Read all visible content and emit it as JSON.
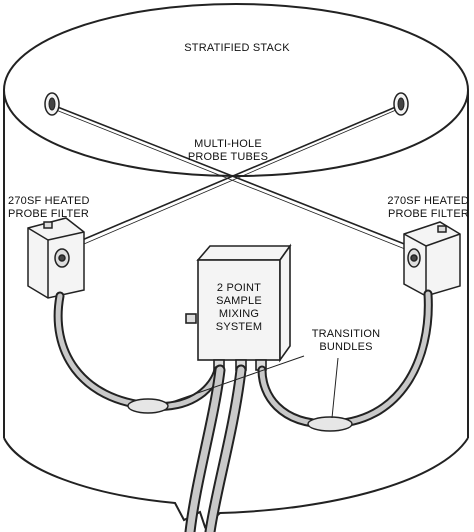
{
  "diagram": {
    "title": "STRATIFIED STACK",
    "labels": {
      "probe_tubes_line1": "MULTI-HOLE",
      "probe_tubes_line2": "PROBE TUBES",
      "left_filter_line1": "270SF HEATED",
      "left_filter_line2": "PROBE FILTER",
      "right_filter_line1": "270SF HEATED",
      "right_filter_line2": "PROBE FILTER",
      "mixer_line1": "2 POINT",
      "mixer_line2": "SAMPLE",
      "mixer_line3": "MIXING",
      "mixer_line4": "SYSTEM",
      "bundles_line1": "TRANSITION",
      "bundles_line2": "BUNDLES"
    },
    "colors": {
      "line": "#222222",
      "hose_fill": "#c9c9c9",
      "panel_fill": "#f4f4f4",
      "background": "#ffffff"
    }
  }
}
